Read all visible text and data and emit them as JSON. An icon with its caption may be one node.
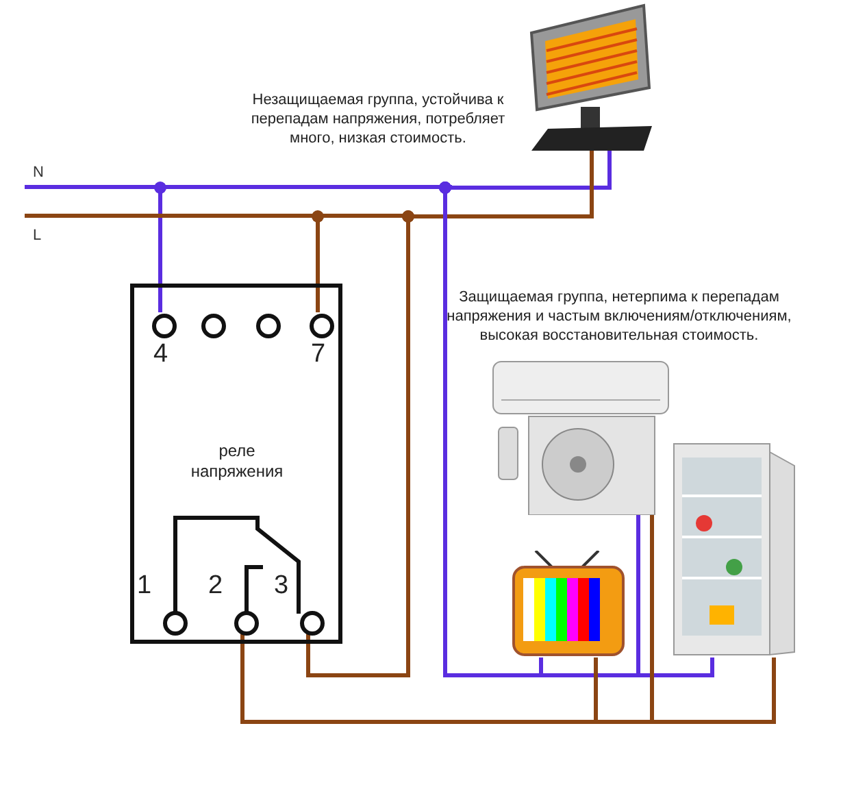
{
  "diagram": {
    "nodes": [
      {
        "text": [
          "реле напряжения"
        ]
      },
      {
        "text": [
          "4"
        ],
        "in": 0
      },
      {
        "text": [],
        "shape": "circle",
        "in": 0
      },
      {
        "text": [],
        "shape": "circle",
        "in": 0
      },
      {
        "text": [
          "7"
        ],
        "in": 0
      },
      {
        "text": [
          "1"
        ],
        "in": 0
      },
      {
        "text": [
          "2"
        ],
        "in": 0
      },
      {
        "text": [
          "3"
        ],
        "in": 0
      },
      {
        "text": [
          "N"
        ]
      },
      {
        "text": [
          "L"
        ]
      },
      {
        "text": [],
        "shape": "picture",
        "beside": [
          "Незащищаемая группа, устойчива к перепадам напряжения, потребляет много, низкая стоимость."
        ]
      },
      {
        "text": [],
        "shape": "picture"
      },
      {
        "text": [],
        "shape": "picture"
      },
      {
        "text": [],
        "shape": "picture"
      }
    ],
    "edges": [
      {
        "from": 8,
        "to": 1,
        "arrow": "other",
        "color": "#5a2de0"
      },
      {
        "from": 9,
        "to": 4,
        "arrow": "other"
      },
      {
        "from": 9,
        "to": 7,
        "arrow": "other"
      },
      {
        "from": 8,
        "to": 10,
        "arrow": "other",
        "color": "#5a2de0"
      },
      {
        "from": 9,
        "to": 10,
        "arrow": "other"
      },
      {
        "from": 8,
        "to": 11,
        "arrow": "other",
        "color": "#5a2de0"
      },
      {
        "from": 8,
        "to": 12,
        "arrow": "other",
        "color": "#5a2de0"
      },
      {
        "from": 8,
        "to": 13,
        "arrow": "other",
        "color": "#5a2de0"
      },
      {
        "from": 6,
        "to": 11,
        "arrow": "none"
      },
      {
        "from": 6,
        "to": 12,
        "arrow": "none"
      },
      {
        "from": 6,
        "to": 13,
        "arrow": "none"
      }
    ],
    "labels": [
      "Защищаемая группа, нетерпима к перепадам напряжения и частым включениям/отключениям, высокая восстановительная стоимость."
    ]
  }
}
